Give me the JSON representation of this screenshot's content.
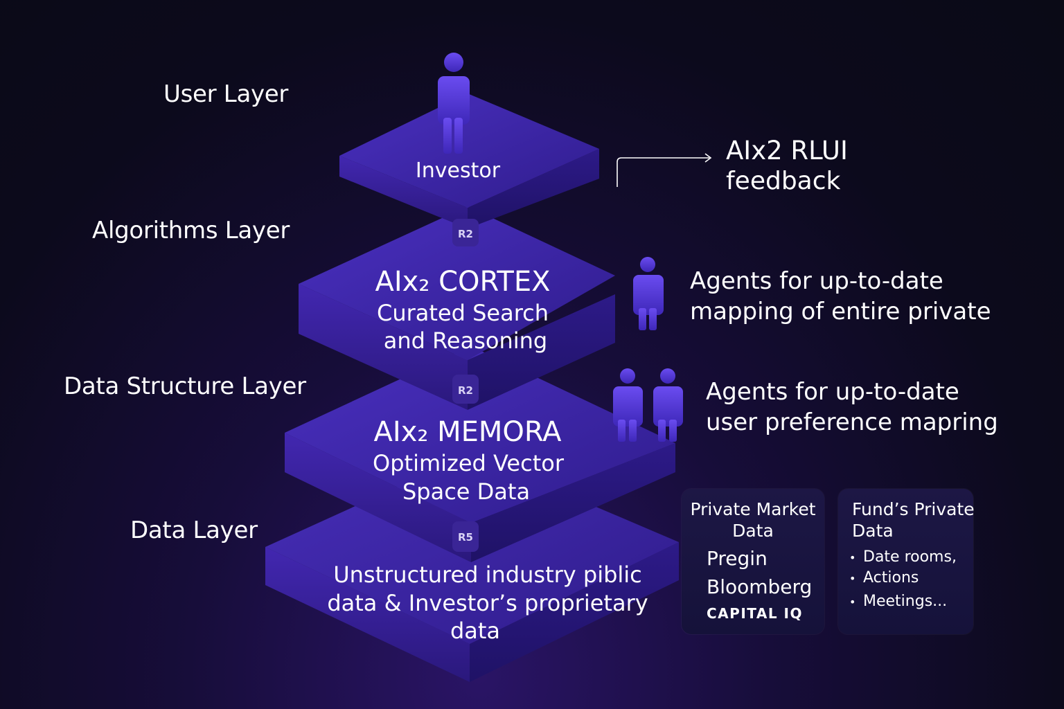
{
  "layers": {
    "user": "User Layer",
    "algorithms": "Algorithms Layer",
    "data_structure": "Data Structure Layer",
    "data": "Data Layer"
  },
  "platforms": {
    "investor": "Investor",
    "cortex_title": "AIx₂ CORTEX",
    "cortex_line1": "Curated Search",
    "cortex_line2": "and Reasoning",
    "memora_title": "AIx₂ MEMORA",
    "memora_line1": "Optimized Vector",
    "memora_line2": "Space Data",
    "data_line1": "Unstructured industry piblic",
    "data_line2": "data & Investor’s proprietary",
    "data_line3": "data"
  },
  "badges": {
    "b1": "R2",
    "b2": "R2",
    "b3": "R5"
  },
  "feedback": {
    "line1": "AIx2 RLUI",
    "line2": "feedback"
  },
  "agents": {
    "a1_line1": "Agents for up-to-date",
    "a1_line2": "mapping of entire private",
    "a2_line1": "Agents for up-to-date",
    "a2_line2": "user preference mapring"
  },
  "cards": {
    "private_market": {
      "title_line1": "Private Market",
      "title_line2": "Data",
      "items": [
        "Pregin",
        "Bloomberg",
        "CAPITAL IQ"
      ]
    },
    "fund_private": {
      "title_line1": "Fund’s Private",
      "title_line2": "Data",
      "bullets": [
        "Date rooms,",
        "Actions",
        "Meetings..."
      ]
    }
  },
  "colors": {
    "platform_top": "#3c26a6",
    "platform_side": "#2a1880",
    "person": "#5d3fe0"
  }
}
